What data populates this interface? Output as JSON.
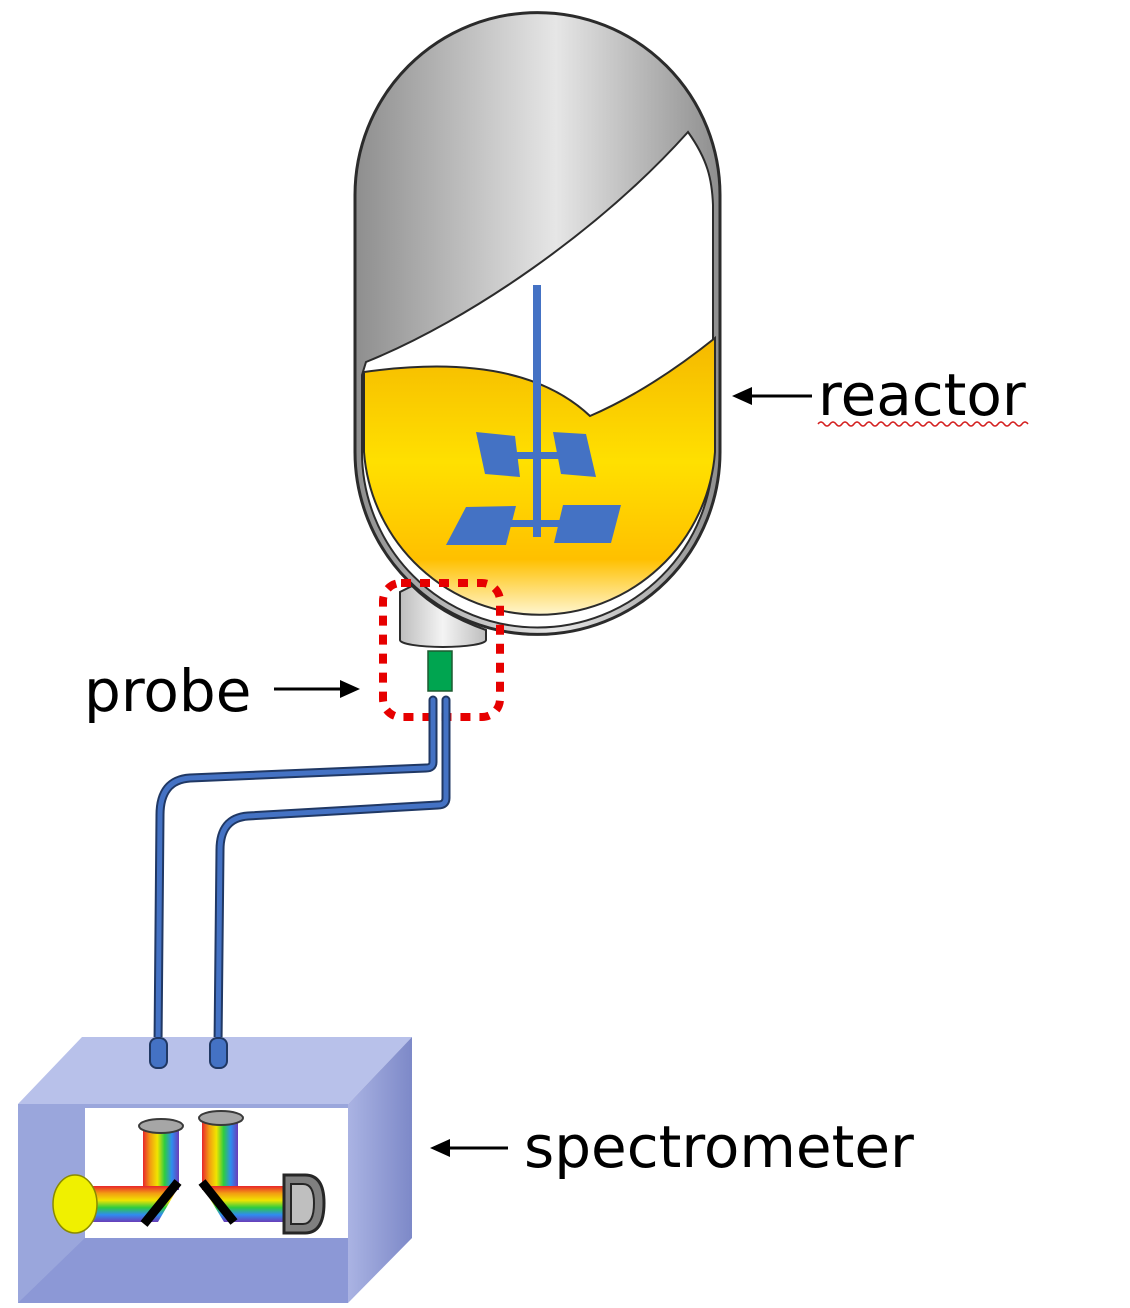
{
  "labels": {
    "reactor": "reactor",
    "probe": "probe",
    "spectrometer": "spectrometer"
  },
  "colors": {
    "vessel_gray": "#a9a9a9",
    "liquid": "#ffcc00",
    "impeller": "#4472c4",
    "fiber": "#2f5597",
    "probe_tip": "#00a550",
    "probe_highlight": "#e60000",
    "spectrometer_box": "#9aa6dc",
    "light_source": "#f0f000",
    "detector": "#7f7f7f"
  },
  "icons": {
    "light_source": "yellow-ellipse",
    "detector": "D-shape"
  }
}
